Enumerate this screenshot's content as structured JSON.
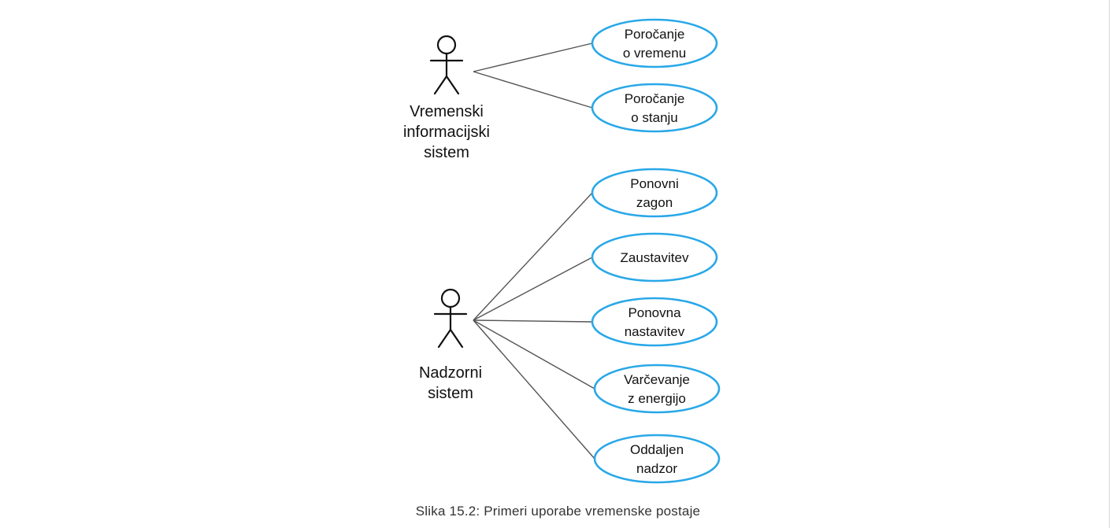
{
  "colors": {
    "use_case_border": "#29a8e8",
    "line": "#555555",
    "text": "#111111",
    "caption": "#333333"
  },
  "actors": [
    {
      "id": "weather-info-system",
      "label_lines": [
        "Vremenski",
        "informacijski",
        "sistem"
      ],
      "use_cases": [
        {
          "id": "weather-reporting",
          "label_lines": [
            "Poročanje",
            "o vremenu"
          ]
        },
        {
          "id": "status-reporting",
          "label_lines": [
            "Poročanje",
            "o stanju"
          ]
        }
      ]
    },
    {
      "id": "control-system",
      "label_lines": [
        "Nadzorni",
        "sistem"
      ],
      "use_cases": [
        {
          "id": "restart",
          "label_lines": [
            "Ponovni",
            "zagon"
          ]
        },
        {
          "id": "shutdown",
          "label_lines": [
            "Zaustavitev"
          ]
        },
        {
          "id": "reconfigure",
          "label_lines": [
            "Ponovna",
            "nastavitev"
          ]
        },
        {
          "id": "powersave",
          "label_lines": [
            "Varčevanje",
            "z energijo"
          ]
        },
        {
          "id": "remote-control",
          "label_lines": [
            "Oddaljen",
            "nadzor"
          ]
        }
      ]
    }
  ],
  "caption": "Slika 15.2: Primeri uporabe vremenske postaje"
}
